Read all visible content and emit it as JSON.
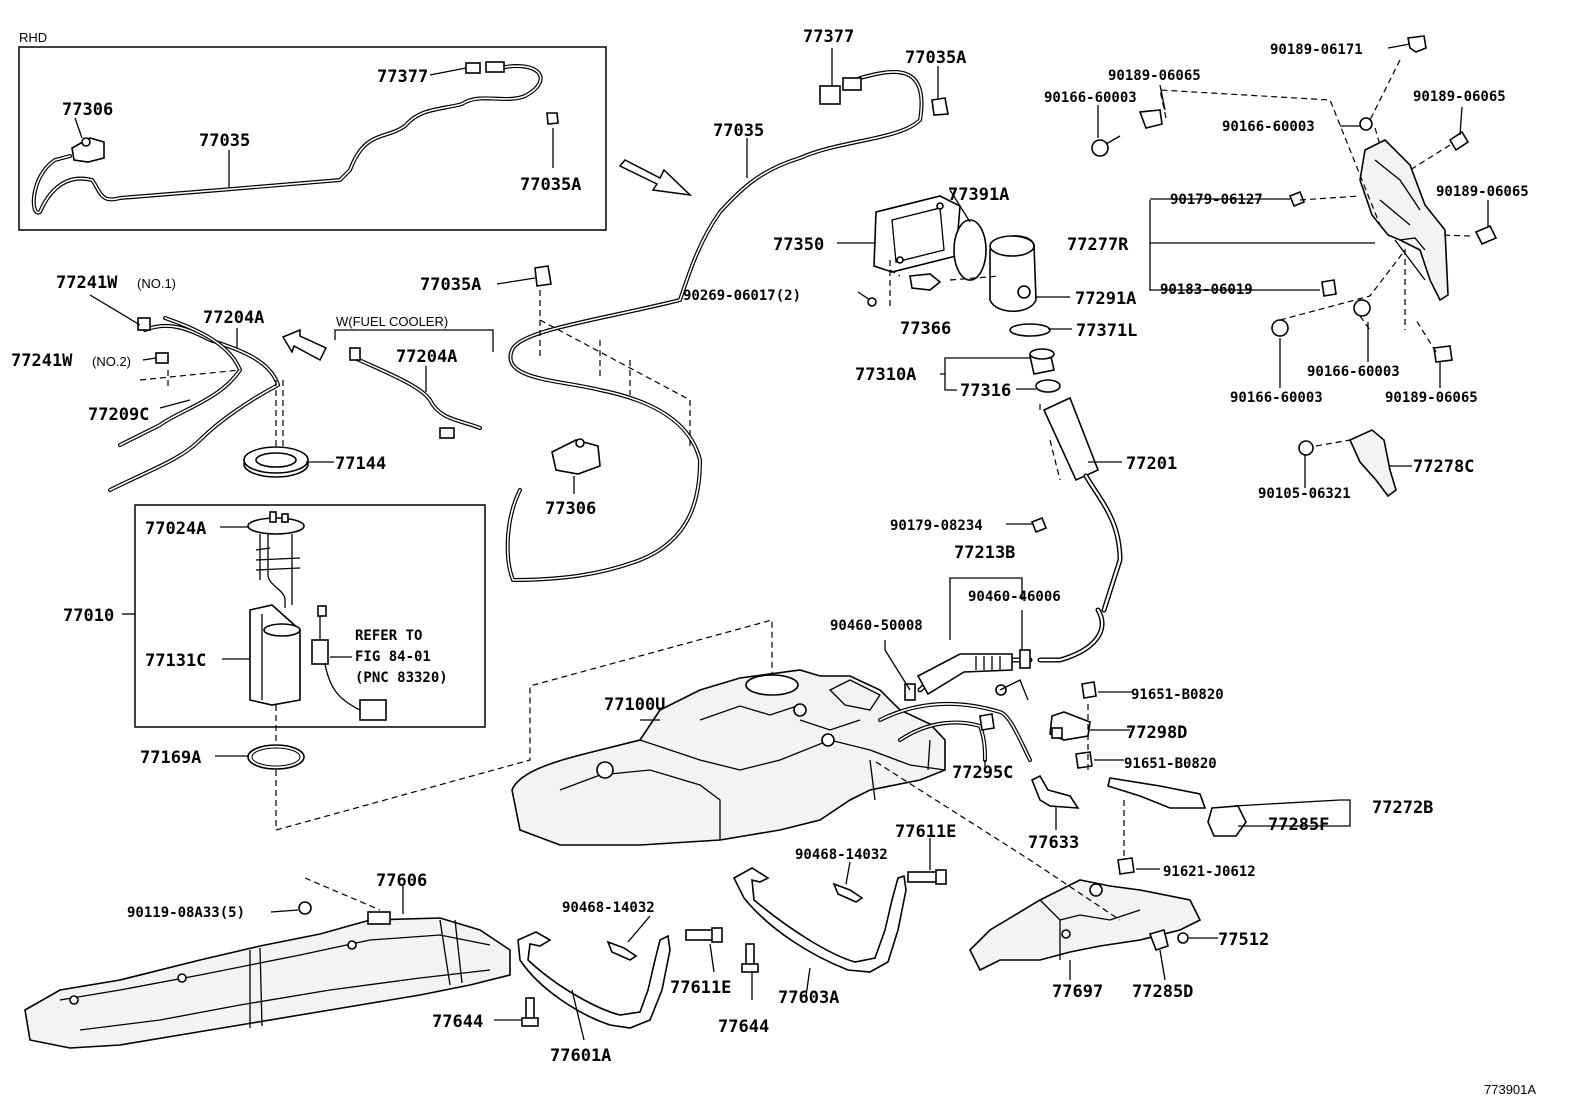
{
  "diagram_id": "773901A",
  "rhd_box": {
    "title": "RHD",
    "labels": [
      "77377",
      "77306",
      "77035",
      "77035A"
    ]
  },
  "fuel_cooler_group": {
    "title": "W(FUEL COOLER)",
    "label": "77204A"
  },
  "pump_group": {
    "labels": {
      "l77241w_1": "77241W",
      "no1": "(NO.1)",
      "l77204a": "77204A",
      "l77241w_2": "77241W",
      "no2": "(NO.2)",
      "l77209c": "77209C",
      "l77144": "77144",
      "l77024a": "77024A",
      "l77010": "77010",
      "l77131c": "77131C",
      "l77169a": "77169A"
    },
    "refer": [
      "REFER TO",
      "FIG 84-01",
      "(PNC 83320)"
    ]
  },
  "vent_group": {
    "labels": {
      "l77377": "77377",
      "l77035a_top": "77035A",
      "l77035": "77035",
      "l77035a_mid": "77035A",
      "l77306": "77306"
    }
  },
  "filler_group": {
    "labels": {
      "l77391a": "77391A",
      "l77350": "77350",
      "l77291a": "77291A",
      "l90269": "90269-06017(2)",
      "l77366": "77366",
      "l77371l": "77371L",
      "l77310a": "77310A",
      "l77316": "77316",
      "l77201": "77201",
      "l90179_08234": "90179-08234",
      "l77213b": "77213B",
      "l90460_46006": "90460-46006",
      "l90460_50008": "90460-50008"
    }
  },
  "protector_group": {
    "labels": {
      "l90189_06171": "90189-06171",
      "l90189_06065_a": "90189-06065",
      "l90166_60003_a": "90166-60003",
      "l90189_06065_b": "90189-06065",
      "l90166_60003_b": "90166-60003",
      "l90189_06065_c": "90189-06065",
      "l90179_06127": "90179-06127",
      "l77277r": "77277R",
      "l90183_06019": "90183-06019",
      "l90166_60003_c": "90166-60003",
      "l90166_60003_d": "90166-60003",
      "l90189_06065_d": "90189-06065",
      "l77278c": "77278C",
      "l90105_06321": "90105-06321"
    }
  },
  "tank_group": {
    "labels": {
      "l77100u": "77100U",
      "l91651_a": "91651-B0820",
      "l77298d": "77298D",
      "l91651_b": "91651-B0820",
      "l77295c": "77295C",
      "l77633": "77633",
      "l77272b": "77272B",
      "l77285f": "77285F",
      "l91621": "91621-J0612",
      "l77512": "77512",
      "l77697": "77697",
      "l77285d": "77285D"
    }
  },
  "bottom_group": {
    "labels": {
      "l77606": "77606",
      "l90119": "90119-08A33(5)",
      "l77644_a": "77644",
      "l77601a": "77601A",
      "l90468_a": "90468-14032",
      "l77611e_a": "77611E",
      "l77644_b": "77644",
      "l77603a": "77603A",
      "l90468_b": "90468-14032",
      "l77611e_b": "77611E"
    }
  }
}
